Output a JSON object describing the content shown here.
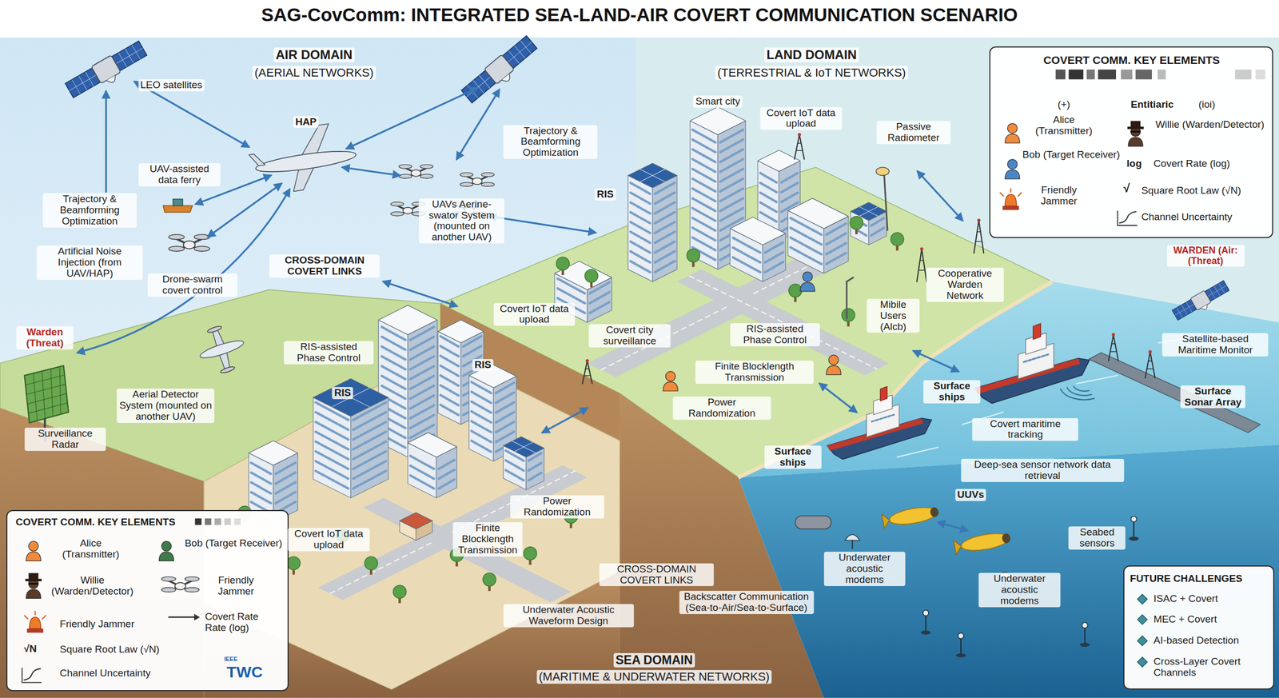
{
  "diagram": {
    "title": "SAG-CovComm: INTEGRATED SEA-LAND-AIR COVERT COMMUNICATION SCENARIO",
    "nodes": [
      {
        "text": [
          "COVERT COMM. KEY ELEMENTS",
          "(+)",
          "Entitiaric",
          "(ioi)",
          "Alice (Transmitter)",
          "Willie (Warden/Detector)",
          "Bob (Target Receiver)",
          "log",
          "Covert Rate (log)",
          "Friendly Jammer",
          "√",
          "Square Root Law (√N)",
          "Channel Uncertainty"
        ]
      },
      {
        "text": [
          "COVERT COMM. KEY ELEMENTS",
          "Alice (Transmitter)",
          "Bob (Target Receiver)",
          "Willie (Warden/Detector)",
          "Friendly Jammer",
          "Friendly Jammer",
          "Covert Rate Rate (log)",
          "√N",
          "Square Root Law (√N)",
          "Channel Uncertainty"
        ]
      },
      {
        "text": [
          "FUTURE CHALLENGES",
          "ISAC + Covert",
          "MEC + Covert",
          "AI-based Detection",
          "Cross-Layer Covert Channels"
        ]
      }
    ],
    "labels": [
      "AIR DOMAIN",
      "(AERIAL NETWORKS)",
      "LAND DOMAIN",
      "(TERRESTRIAL & IoT NETWORKS)",
      "LEO satellites",
      "HAP",
      "Smart city",
      "Covert IoT data upload",
      "Passive Radiometer",
      "Trajectory & Beamforming Optimization",
      "UAV-assisted data ferry",
      "RIS",
      "Trajectory & Beamforming Optimization",
      "UAVs Aerine-swator System (mounted on another UAV)",
      "Artificial Noise Injection (from UAV/HAP)",
      "WARDEN (Air: (Threat)",
      "CROSS-DOMAIN COVERT LINKS",
      "Cooperative Warden Network",
      "Drone-swarm covert control",
      "Mibile Users (Alcb)",
      "Covert IoT data upload",
      "Covert city surveillance",
      "RIS-assisted Phase Control",
      "Warden (Threat)",
      "Satellite-based Maritime Monitor",
      "RIS-assisted Phase Control",
      "RIS",
      "Finite Blocklength Transmission",
      "Surface ships",
      "Surface Sonar Array",
      "RIS",
      "Aerial Detector System (mounted on another UAV)",
      "Power Randomization",
      "Covert maritime tracking",
      "Surveillance Radar",
      "Surface ships",
      "Deep-sea sensor network data retrieval",
      "UUVs",
      "Power Randomization",
      "Finite Blocklength Transmission",
      "Seabed sensors",
      "Covert IoT data upload",
      "Underwater acoustic modems",
      "CROSS-DOMAIN COVERT LINKS",
      "Underwater acoustic modems",
      "Backscatter Communication (Sea-to-Air/Sea-to-Surface)",
      "Underwater Acoustic Waveform Design",
      "SEA DOMAIN",
      "(MARITIME & UNDERWATER NETWORKS)",
      "IEEE",
      "TWC"
    ]
  }
}
